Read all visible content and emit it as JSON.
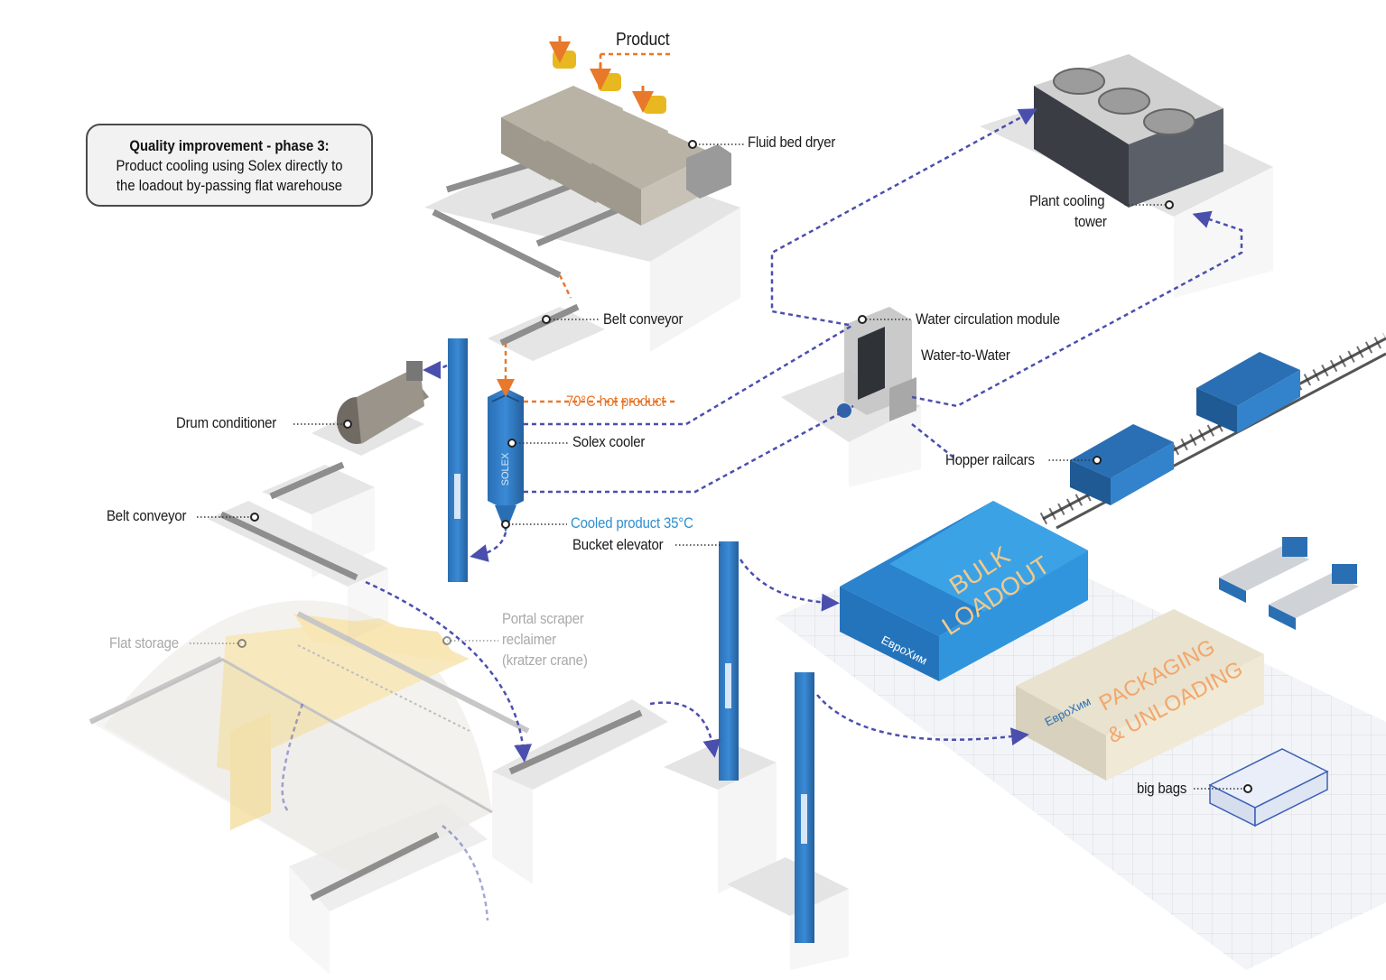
{
  "callout": {
    "heading": "Quality improvement - phase 3:",
    "line1": "Product cooling using Solex directly to",
    "line2": "the loadout by-passing flat warehouse"
  },
  "labels": {
    "product": "Product",
    "fluid_bed_dryer": "Fluid bed dryer",
    "plant_cooling_tower_1": "Plant cooling",
    "plant_cooling_tower_2": "tower",
    "belt_conveyor_top": "Belt conveyor",
    "water_circulation_module": "Water circulation module",
    "water_to_water": "Water-to-Water",
    "hot_product": "70°C hot product",
    "drum_conditioner": "Drum conditioner",
    "solex_cooler": "Solex cooler",
    "hopper_railcars": "Hopper railcars",
    "belt_conveyor_left": "Belt conveyor",
    "cooled_product": "Cooled product 35°C",
    "bucket_elevator": "Bucket elevator",
    "flat_storage": "Flat storage",
    "portal_scraper_1": "Portal scraper",
    "portal_scraper_2": "reclaimer",
    "portal_scraper_3": "(kratzer crane)",
    "big_bags": "big bags"
  },
  "buildings": {
    "bulk_loadout_1": "BULK",
    "bulk_loadout_2": "LOADOUT",
    "packaging_1": "PACKAGING",
    "packaging_2": "& UNLOADING",
    "brand": "ЕвроХим",
    "solex_brand": "SOLEX"
  },
  "colors": {
    "equipment_blue": "#2f7fc8",
    "hot_orange": "#e8782a",
    "flow_dash": "#4a4fae",
    "cooled_blue": "#2f8fd0",
    "platform_grey": "#e6e6e6"
  }
}
